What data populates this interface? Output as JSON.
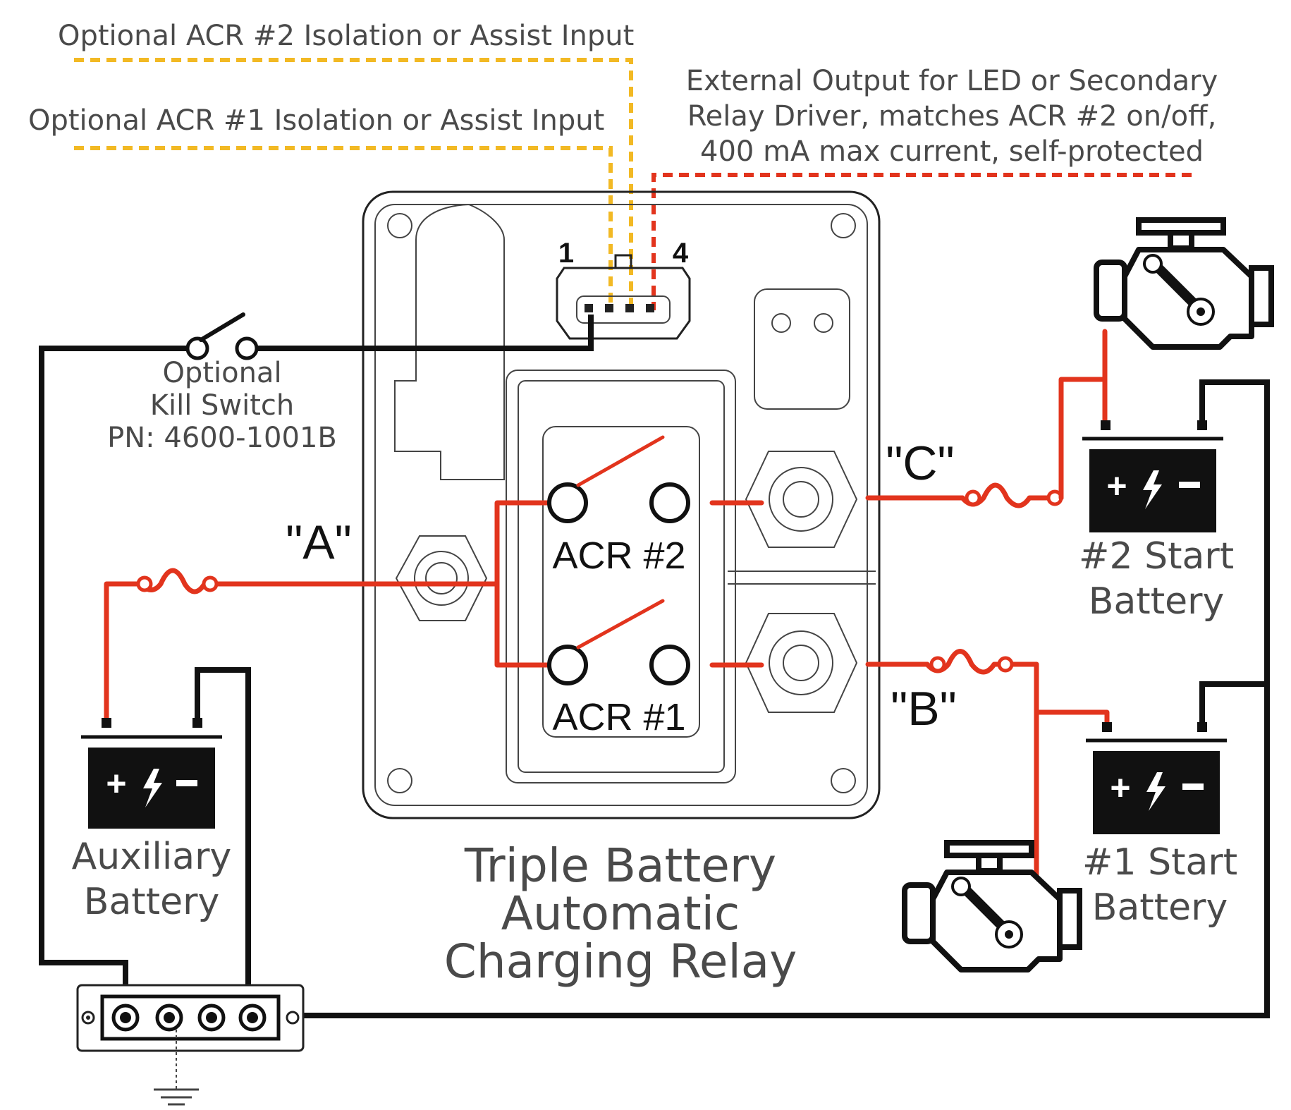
{
  "labels": {
    "acr2_input": "Optional ACR #2 Isolation or Assist Input",
    "acr1_input": "Optional ACR #1 Isolation or Assist Input",
    "ext_output_line1": "External Output for LED or Secondary",
    "ext_output_line2": "Relay Driver, matches ACR #2 on/off,",
    "ext_output_line3": "400 mA max current, self-protected",
    "pin_1": "1",
    "pin_4": "4",
    "kill_switch_line1": "Optional",
    "kill_switch_line2": "Kill Switch",
    "kill_switch_line3": "PN: 4600-1001B",
    "terminal_a": "\"A\"",
    "terminal_b": "\"B\"",
    "terminal_c": "\"C\"",
    "acr2": "ACR #2",
    "acr1": "ACR #1",
    "aux_battery_line1": "Auxiliary",
    "aux_battery_line2": "Battery",
    "start2_line1": "#2 Start",
    "start2_line2": "Battery",
    "start1_line1": "#1 Start",
    "start1_line2": "Battery",
    "title_line1": "Triple Battery",
    "title_line2": "Automatic",
    "title_line3": "Charging Relay"
  },
  "colors": {
    "positive_wire": "#e2341d",
    "negative_wire": "#111111",
    "optional_input_wire": "#f2b924",
    "output_wire": "#e2341d",
    "label_text": "#4a4a4a"
  },
  "icons": [
    "battery-icon",
    "engine-icon",
    "fuse-icon",
    "switch-icon",
    "ground-icon",
    "busbar-icon",
    "connector-icon"
  ]
}
